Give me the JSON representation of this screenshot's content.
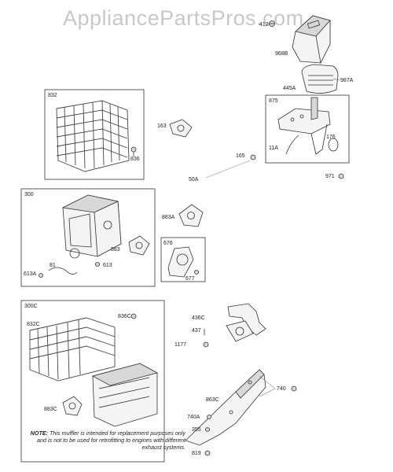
{
  "watermark": "AppliancePartsPros.com",
  "boxes": {
    "b832": "832",
    "b875": "875",
    "b300": "300",
    "b676": "676",
    "b300c": "300C"
  },
  "labels": {
    "p412": "412",
    "p968b": "968B",
    "p445a": "445A",
    "p987a": "987A",
    "p163": "163",
    "p836": "836",
    "p11a": "11A",
    "p176": "176",
    "p165": "165",
    "p50a": "50A",
    "p971": "971",
    "p883a": "883A",
    "p81": "81",
    "p613a": "613A",
    "p613": "613",
    "p883": "883",
    "p677": "677",
    "p836c": "836C",
    "p832c": "832C",
    "p436c": "436C",
    "p437": "437",
    "p1177": "1177",
    "p883c": "883C",
    "p863c": "863C",
    "p740": "740",
    "p740a": "740A",
    "p355": "355",
    "p819": "819"
  },
  "note": {
    "prefix": "NOTE:",
    "text": "This muffler is intended for replacement purposes only and is not to be used for retrofitting to engines with different exhaust systems."
  }
}
